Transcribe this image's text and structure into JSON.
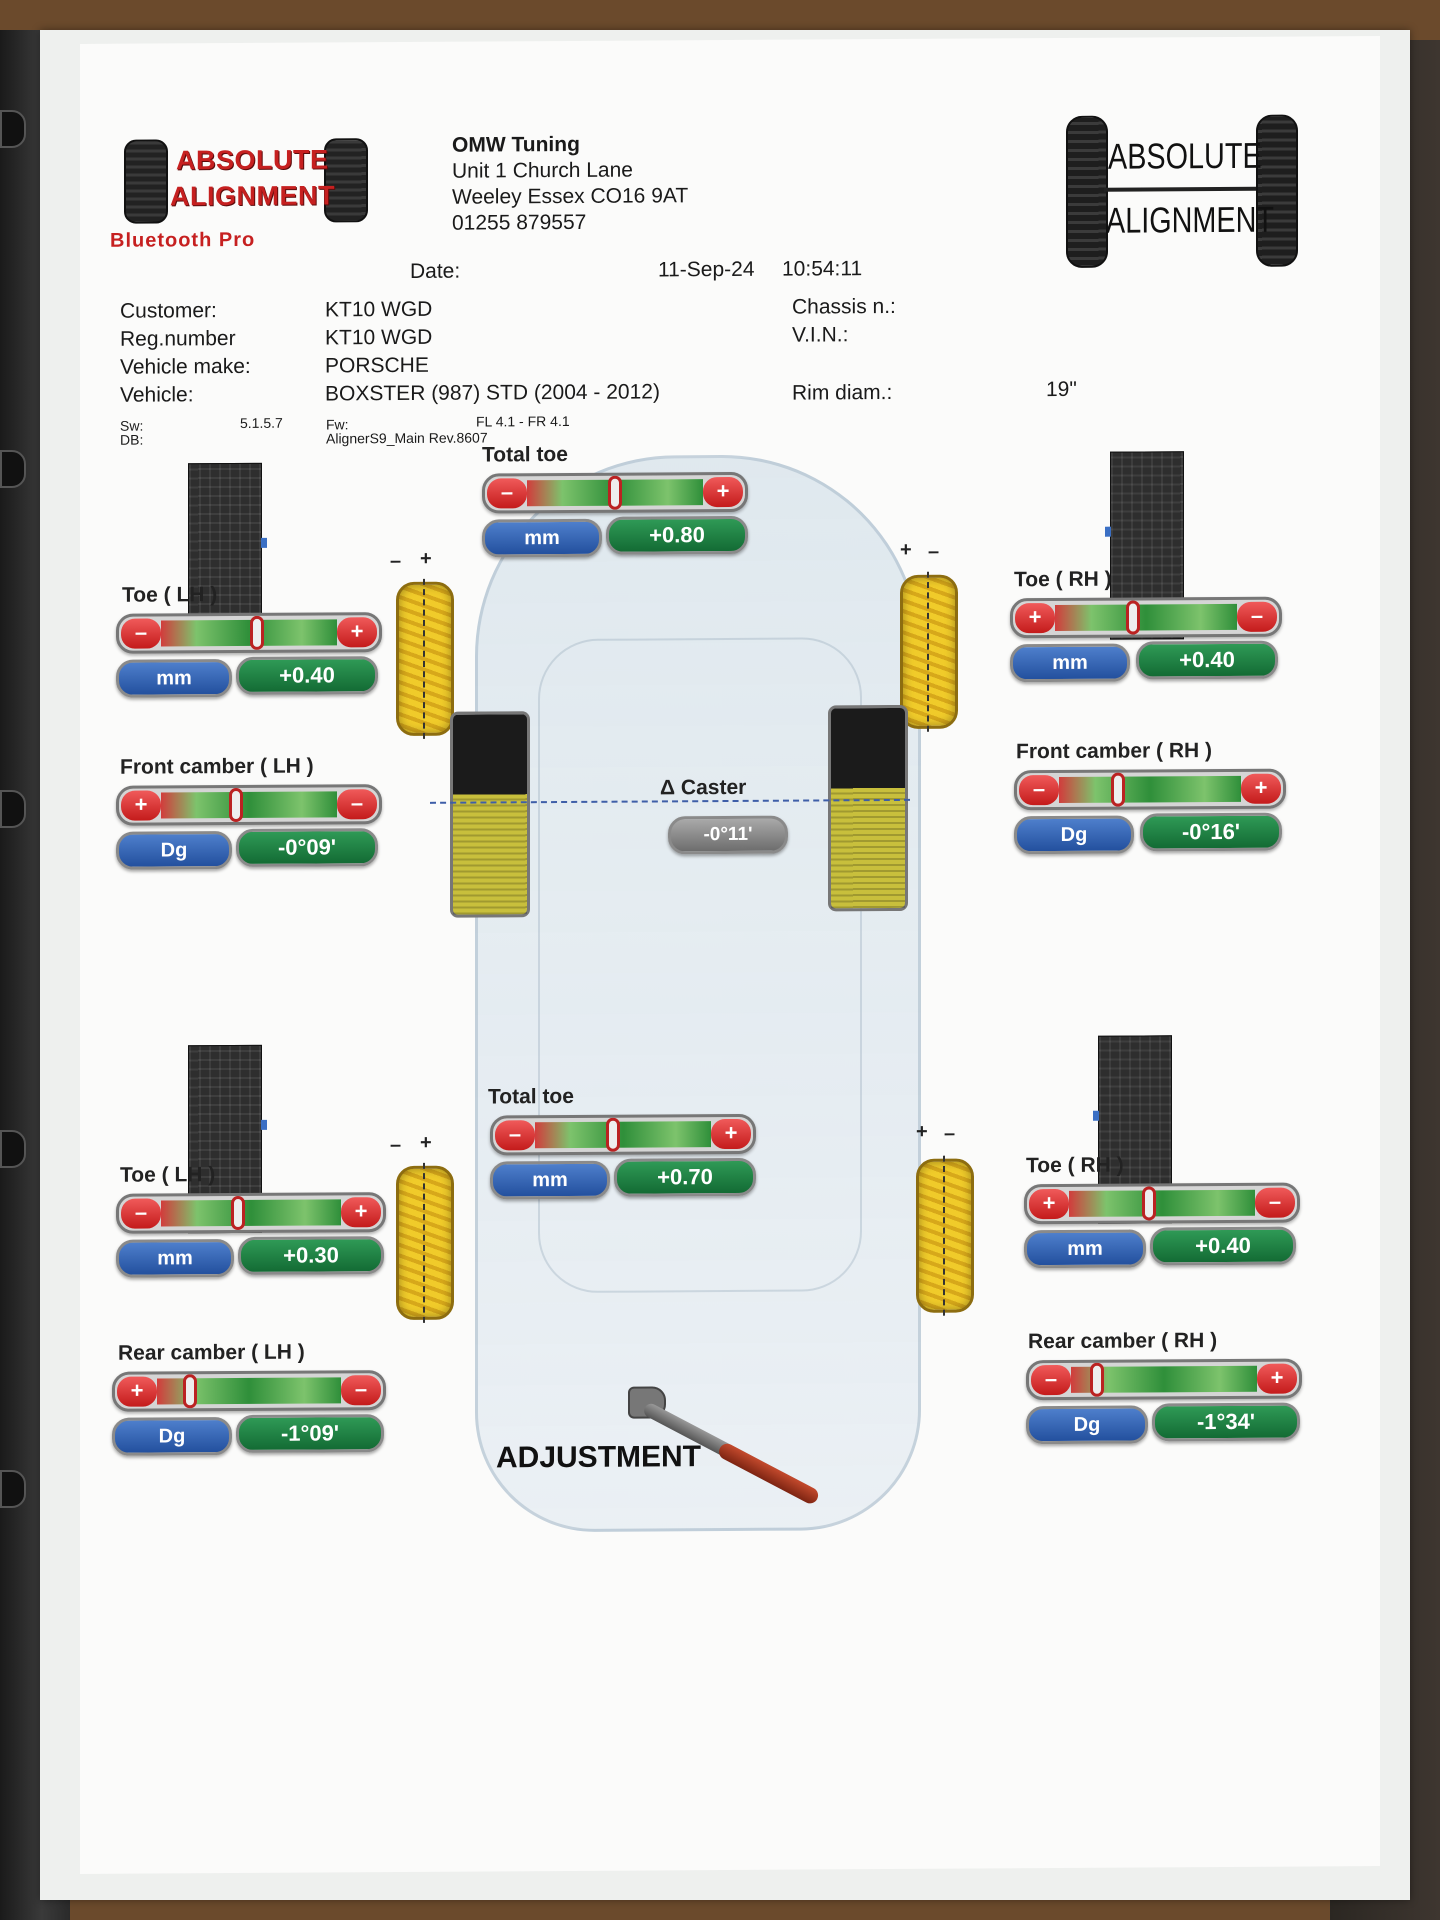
{
  "header": {
    "logo_left": {
      "line1": "ABSOLUTE",
      "line2": "ALIGNMENT",
      "sub": "Bluetooth Pro"
    },
    "logo_right": {
      "line1": "ABSOLUTE",
      "line2": "ALIGNMENT"
    },
    "company": {
      "name": "OMW Tuning",
      "address1": "Unit 1 Church Lane",
      "address2": "Weeley Essex CO16 9AT",
      "phone": "01255 879557"
    },
    "date_label": "Date:",
    "date_value": "11-Sep-24",
    "time_value": "10:54:11"
  },
  "vehicle_info": {
    "customer_label": "Customer:",
    "customer": "KT10 WGD",
    "reg_label": "Reg.number",
    "reg": "KT10 WGD",
    "make_label": "Vehicle make:",
    "make": "PORSCHE",
    "vehicle_label": "Vehicle:",
    "vehicle": "BOXSTER (987) STD (2004 - 2012)",
    "chassis_label": "Chassis n.:",
    "vin_label": "V.I.N.:",
    "rim_label": "Rim diam.:",
    "rim": "19\"",
    "sw_label": "Sw:",
    "sw": "5.1.5.7",
    "db_label": "DB:",
    "fw_label": "Fw:",
    "fw": "FL 4.1 - FR 4.1",
    "db": "AlignerS9_Main Rev.8607"
  },
  "front": {
    "total_toe": {
      "label": "Total toe",
      "unit": "mm",
      "value": "+0.80"
    },
    "toe_lh": {
      "label": "Toe ( LH )",
      "unit": "mm",
      "value": "+0.40"
    },
    "toe_rh": {
      "label": "Toe ( RH )",
      "unit": "mm",
      "value": "+0.40"
    },
    "camber_lh": {
      "label": "Front camber ( LH )",
      "unit": "Dg",
      "value": "-0°09'"
    },
    "camber_rh": {
      "label": "Front camber ( RH )",
      "unit": "Dg",
      "value": "-0°16'"
    }
  },
  "caster": {
    "label": "Δ Caster",
    "value": "-0°11'"
  },
  "rear": {
    "total_toe": {
      "label": "Total toe",
      "unit": "mm",
      "value": "+0.70"
    },
    "toe_lh": {
      "label": "Toe ( LH )",
      "unit": "mm",
      "value": "+0.30"
    },
    "toe_rh": {
      "label": "Toe ( RH )",
      "unit": "mm",
      "value": "+0.40"
    },
    "camber_lh": {
      "label": "Rear camber ( LH )",
      "unit": "Dg",
      "value": "-1°09'"
    },
    "camber_rh": {
      "label": "Rear camber ( RH )",
      "unit": "Dg",
      "value": "-1°34'"
    }
  },
  "signs": {
    "plus": "+",
    "minus": "–"
  },
  "footer": {
    "title": "ADJUSTMENT"
  },
  "gauges": {
    "front_total_toe": {
      "needle": 0.5
    },
    "front_toe_lh": {
      "needle": 0.53
    },
    "front_toe_rh": {
      "needle": 0.45
    },
    "front_camber_lh": {
      "needle": 0.45
    },
    "front_camber_rh": {
      "needle": 0.38
    },
    "rear_total_toe": {
      "needle": 0.46
    },
    "rear_toe_lh": {
      "needle": 0.45
    },
    "rear_toe_rh": {
      "needle": 0.45
    },
    "rear_camber_lh": {
      "needle": 0.28
    },
    "rear_camber_rh": {
      "needle": 0.25
    }
  }
}
